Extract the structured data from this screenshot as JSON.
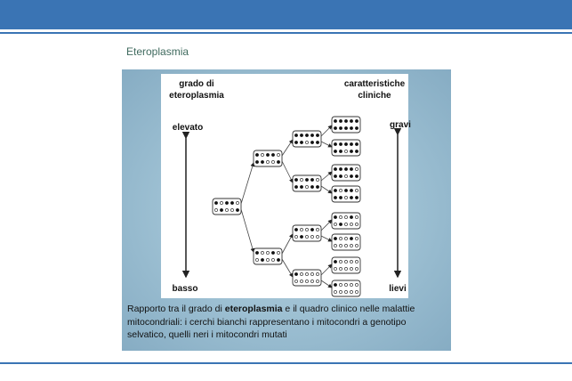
{
  "slide": {
    "title": "Eteroplasmia"
  },
  "figure": {
    "left_heading": "grado di eteroplasmia",
    "right_heading": "caratteristiche cliniche",
    "left_top": "elevato",
    "left_bottom": "basso",
    "right_top": "gravi",
    "right_bottom": "lievi"
  },
  "caption": {
    "part1": "Rapporto tra il grado di ",
    "bold": "eteroplasmia",
    "part2": " e il quadro clinico nelle malattie mitocondriali: i cerchi bianchi rappresentano i mitocondri a genotipo selvatico, quelli neri i mitocondri mutati"
  },
  "colors": {
    "bar": "#3a74b4",
    "title": "#3f6a5e",
    "panel": "#9cbfd2"
  }
}
